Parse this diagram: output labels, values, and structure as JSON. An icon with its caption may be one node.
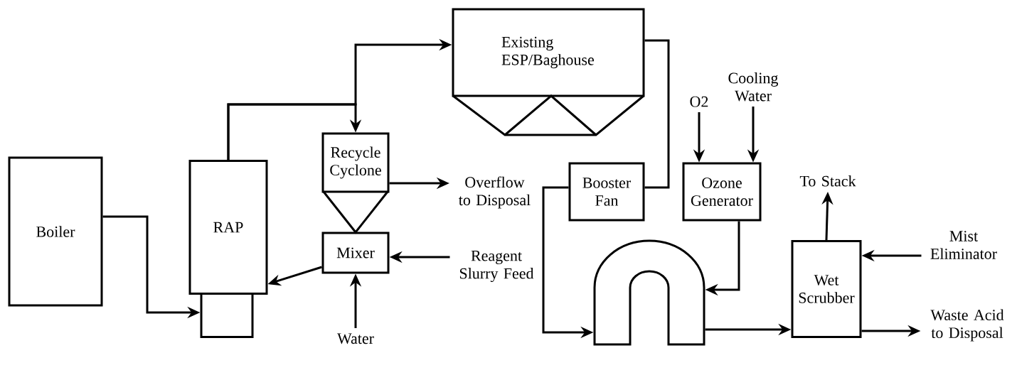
{
  "diagram": {
    "nodes": [
      {
        "text": [
          "Boiler"
        ]
      },
      {
        "text": [
          "RAP"
        ]
      },
      {
        "text": [],
        "shape": "box"
      },
      {
        "text": [
          "Existing ESP/Baghouse"
        ]
      },
      {
        "text": [
          "Recycle Cyclone"
        ]
      },
      {
        "text": [
          "Mixer"
        ]
      },
      {
        "text": [
          "Overflow to Disposal"
        ]
      },
      {
        "text": [
          "Reagent Slurry Feed"
        ]
      },
      {
        "text": [
          "Water"
        ]
      },
      {
        "text": [
          "Booster Fan"
        ]
      },
      {
        "text": [
          "O2"
        ]
      },
      {
        "text": [
          "Cooling Water"
        ]
      },
      {
        "text": [
          "Ozone Generator"
        ]
      },
      {
        "text": [],
        "shape": "tube"
      },
      {
        "text": [
          "To Stack"
        ]
      },
      {
        "text": [
          "Wet Scrubber"
        ]
      },
      {
        "text": [
          "Mist Eliminator"
        ]
      },
      {
        "text": [
          "Waste Acid to Disposal"
        ]
      }
    ],
    "edges": [
      {
        "from": 0,
        "to": 2,
        "arrow": "to"
      },
      {
        "from": 1,
        "to": 3,
        "arrow": "to"
      },
      {
        "from": 1,
        "to": 4,
        "arrow": "to"
      },
      {
        "from": 4,
        "to": 6,
        "arrow": "to"
      },
      {
        "from": 5,
        "to": 1,
        "arrow": "to"
      },
      {
        "from": 7,
        "to": 5,
        "arrow": "to"
      },
      {
        "from": 8,
        "to": 5,
        "arrow": "to"
      },
      {
        "from": 3,
        "to": 9,
        "arrow": "none"
      },
      {
        "from": 9,
        "to": 13,
        "arrow": "to"
      },
      {
        "from": 10,
        "to": 12,
        "arrow": "to"
      },
      {
        "from": 11,
        "to": 12,
        "arrow": "to"
      },
      {
        "from": 12,
        "to": 13,
        "arrow": "to"
      },
      {
        "from": 13,
        "to": 15,
        "arrow": "to"
      },
      {
        "from": 15,
        "to": 14,
        "arrow": "to"
      },
      {
        "from": 16,
        "to": 15,
        "arrow": "to"
      },
      {
        "from": 15,
        "to": 17,
        "arrow": "to"
      }
    ]
  }
}
